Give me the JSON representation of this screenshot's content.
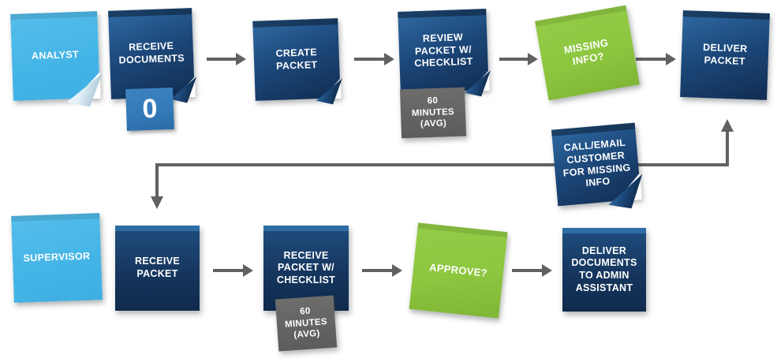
{
  "colors": {
    "navy": "#16365e",
    "navy_light": "#2f6ba3",
    "medium_blue": "#3279b7",
    "strip_blue": "#2e6da4",
    "light_blue": "#47b7e8",
    "green": "#8dc63f",
    "gray_note": "#676766",
    "arrow": "#5f6163",
    "text": "#ffffff"
  },
  "lanes": {
    "analyst": {
      "label": "ANALYST",
      "receive_documents": {
        "label": "RECEIVE DOCUMENTS",
        "count": "0"
      },
      "create_packet": {
        "label": "CREATE PACKET"
      },
      "review_packet": {
        "label": "REVIEW PACKET W/ CHECKLIST",
        "duration": "60 MINUTES (AVG)"
      },
      "missing_info": {
        "label": "MISSING INFO?"
      },
      "deliver_packet": {
        "label": "DELIVER PACKET"
      }
    },
    "supervisor": {
      "label": "SUPERVISOR",
      "receive_packet": {
        "label": "RECEIVE PACKET"
      },
      "receive_packet_w_checklist": {
        "label": "RECEIVE PACKET W/ CHECKLIST",
        "duration": "60 MINUTES (AVG)"
      },
      "approve": {
        "label": "APPROVE?"
      },
      "deliver_documents": {
        "label": "DELIVER DOCUMENTS TO ADMIN ASSISTANT"
      }
    }
  },
  "loop_note": {
    "label": "CALL/EMAIL CUSTOMER FOR MISSING INFO"
  }
}
